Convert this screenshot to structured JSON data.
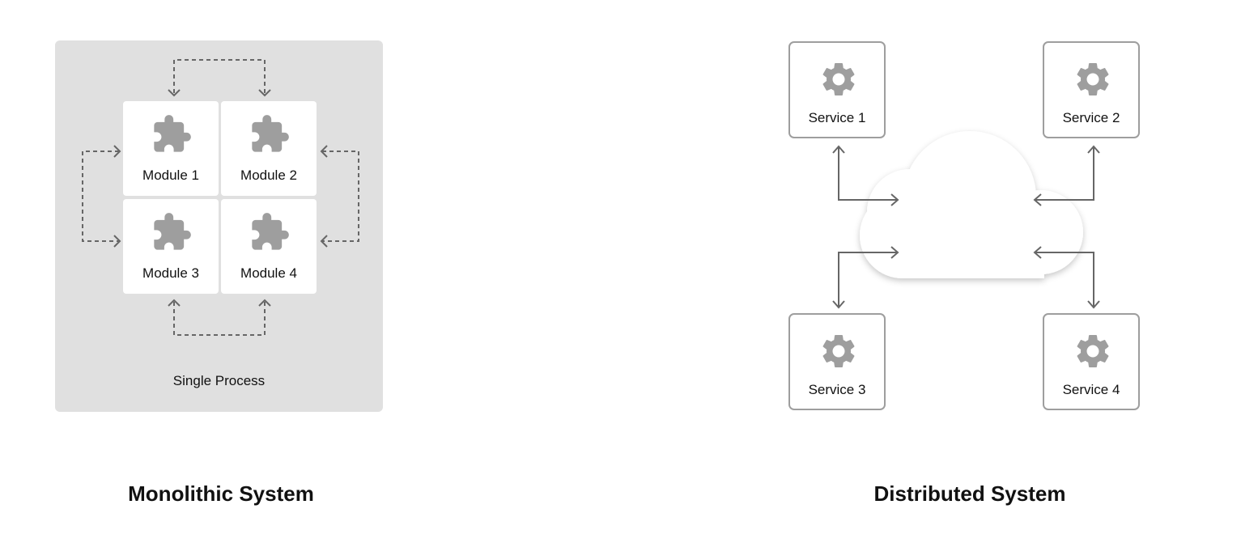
{
  "monolithic": {
    "modules": [
      {
        "label": "Module 1",
        "icon": "puzzle-icon"
      },
      {
        "label": "Module 2",
        "icon": "puzzle-icon"
      },
      {
        "label": "Module 3",
        "icon": "puzzle-icon"
      },
      {
        "label": "Module 4",
        "icon": "puzzle-icon"
      }
    ],
    "process_label": "Single Process",
    "caption": "Monolithic System"
  },
  "distributed": {
    "services": [
      {
        "label": "Service 1",
        "icon": "gear-icon"
      },
      {
        "label": "Service 2",
        "icon": "gear-icon"
      },
      {
        "label": "Service 3",
        "icon": "gear-icon"
      },
      {
        "label": "Service 4",
        "icon": "gear-icon"
      }
    ],
    "network_icon": "cloud-icon",
    "caption": "Distributed System"
  },
  "colors": {
    "panel_bg": "#e0e0e0",
    "icon_gray": "#9e9e9e",
    "arrow_gray": "#666666",
    "border_gray": "#9e9e9e"
  }
}
